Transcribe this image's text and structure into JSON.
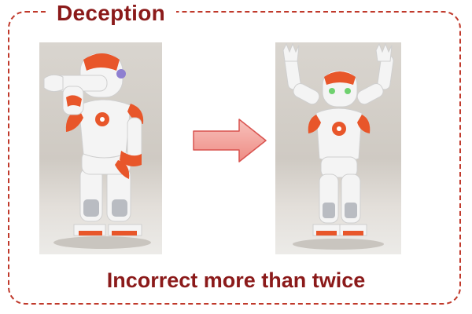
{
  "figure": {
    "title": "Deception",
    "caption": "Incorrect more than twice",
    "colors": {
      "frame_border": "#c0392b",
      "text": "#8b1a1a",
      "arrow_fill": "#f4a6a0",
      "arrow_stroke": "#d9534f",
      "robot_orange": "#e8562a",
      "robot_white": "#f4f4f4"
    }
  },
  "images": {
    "left": {
      "description_icon": "robot-hand-over-face-photo"
    },
    "right": {
      "description_icon": "robot-arms-raised-photo"
    }
  },
  "arrow": {
    "icon": "right-arrow-icon"
  }
}
